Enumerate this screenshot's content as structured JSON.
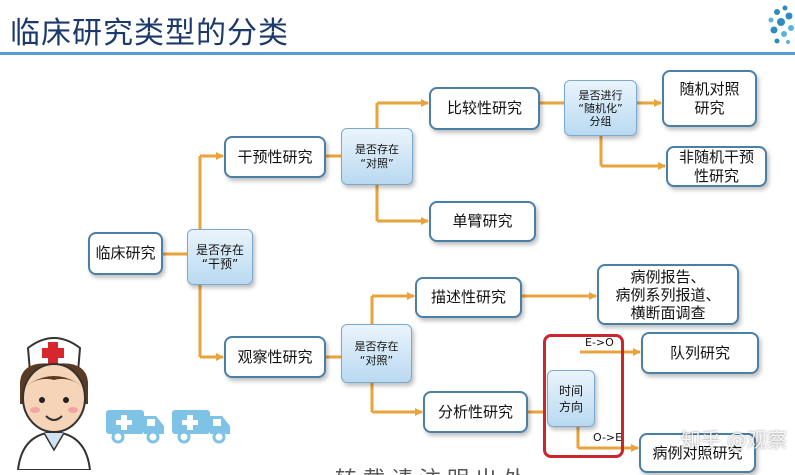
{
  "title": "临床研究类型的分类",
  "nodes": {
    "clinical": "临床研究",
    "q_intervention": "是否存在\n“干预”",
    "interventional": "干预性研究",
    "observational": "观察性研究",
    "q_control_1": "是否存在\n“对照”",
    "comparative": "比较性研究",
    "single_arm": "单臂研究",
    "q_random": "是否进行\n“随机化”\n分组",
    "rct": "随机对照\n研究",
    "non_rct": "非随机干预\n性研究",
    "q_control_2": "是否存在\n“对照”",
    "descriptive": "描述性研究",
    "analytical": "分析性研究",
    "case_reports": "病例报告、\n病例系列报道、\n横断面调查",
    "time_direction": "时间\n方向",
    "cohort": "队列研究",
    "case_control": "病例对照研究"
  },
  "arrow_labels": {
    "eo": "E->O",
    "oe": "O->E"
  },
  "watermark": "知乎 @观察",
  "bottom_text": "转载请注明出处"
}
